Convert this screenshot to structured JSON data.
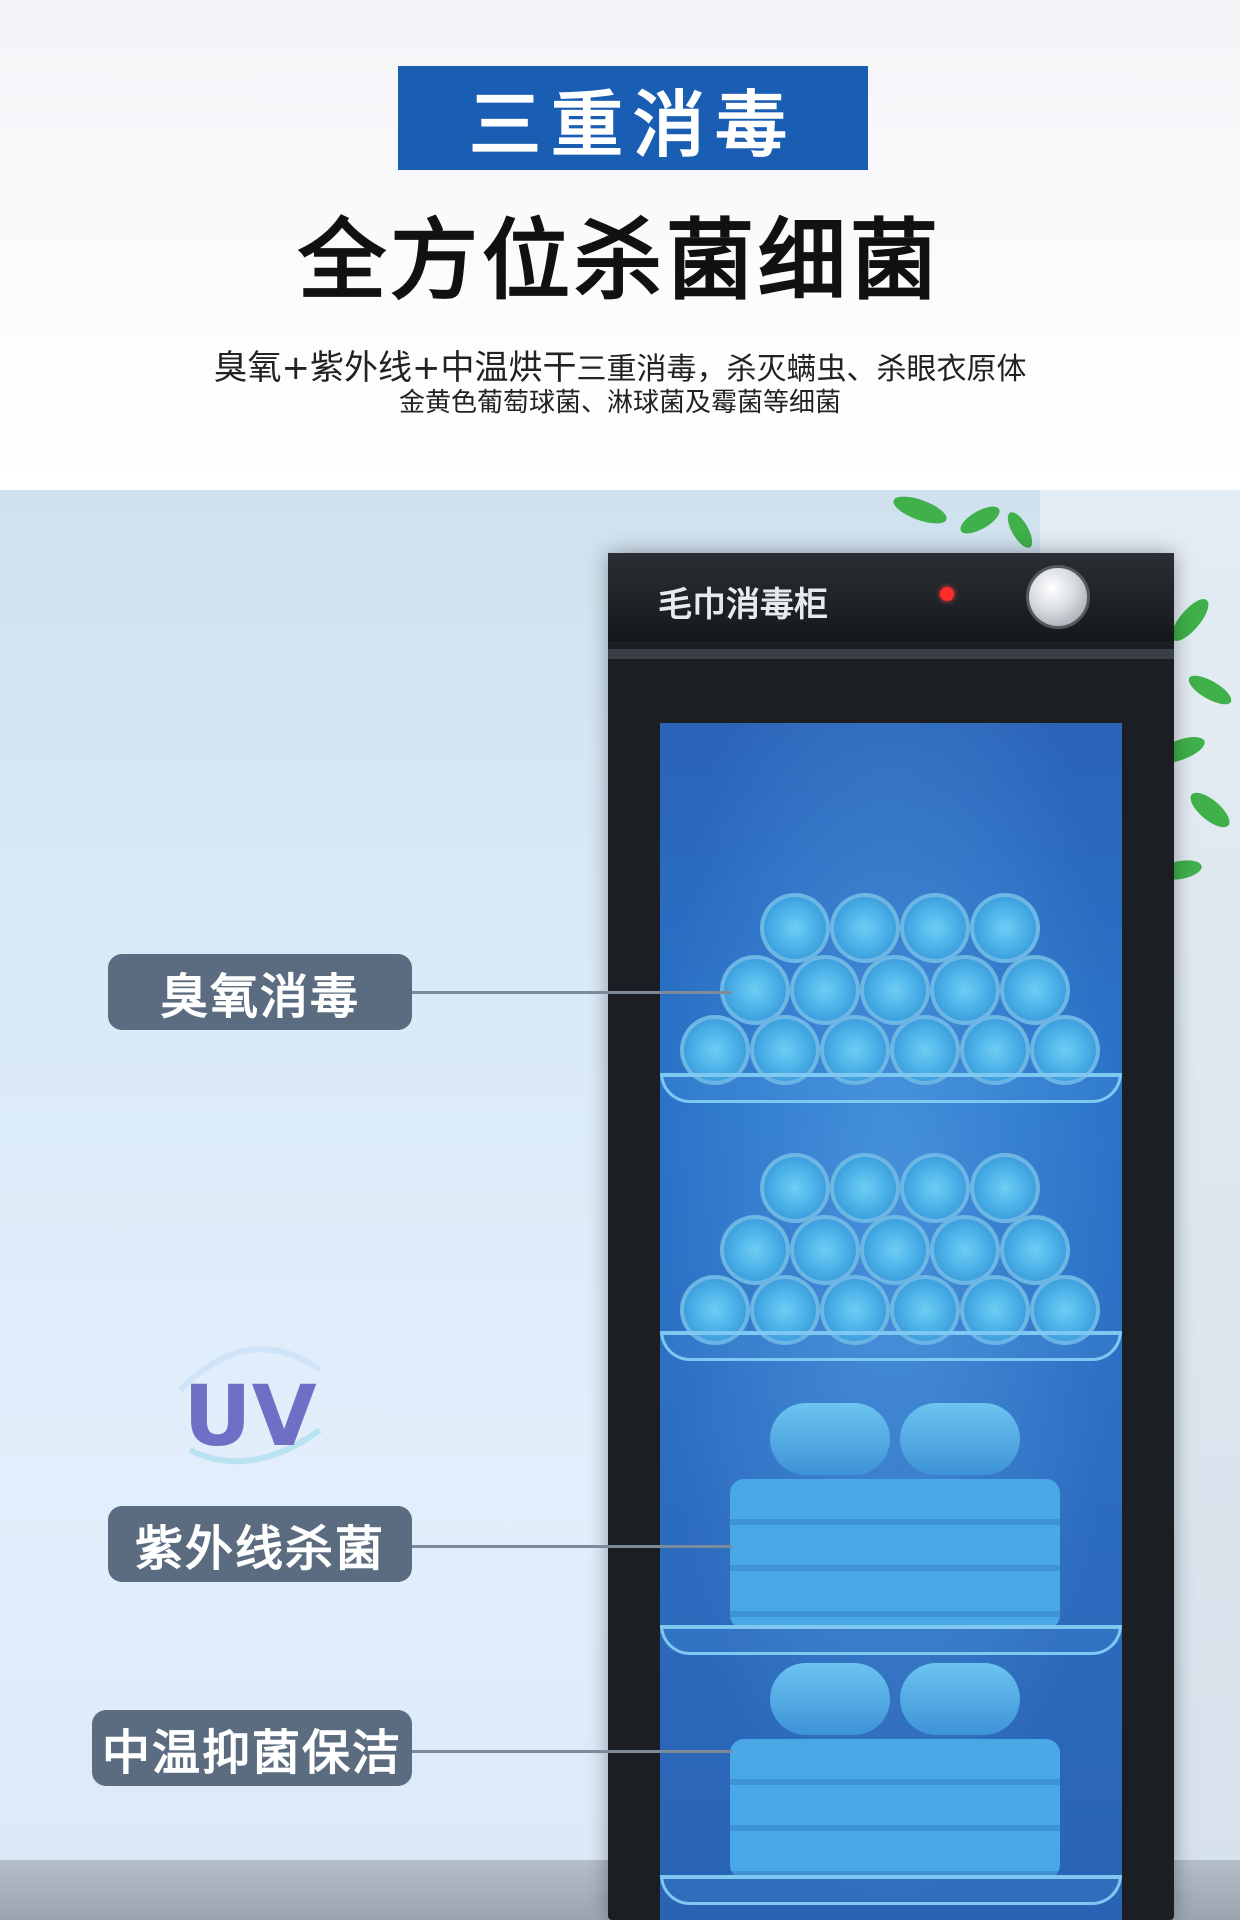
{
  "header": {
    "badge_title": "三重消毒",
    "headline": "全方位杀菌细菌",
    "desc_line1_emphasis": "臭氧+紫外线+中温烘干",
    "desc_line1_rest": "三重消毒，杀灭螨虫、杀眼衣原体",
    "desc_line2": "金黄色葡萄球菌、淋球菌及霉菌等细菌"
  },
  "features": [
    {
      "label": "臭氧消毒"
    },
    {
      "label": "紫外线杀菌"
    },
    {
      "label": "中温抑菌保洁"
    }
  ],
  "uv_mark": "UV",
  "cabinet": {
    "title": "毛巾消毒柜"
  },
  "colors": {
    "badge_bg": "#1a5eb3",
    "label_bg": "#5b6c80",
    "led": "#ff2a2a"
  }
}
